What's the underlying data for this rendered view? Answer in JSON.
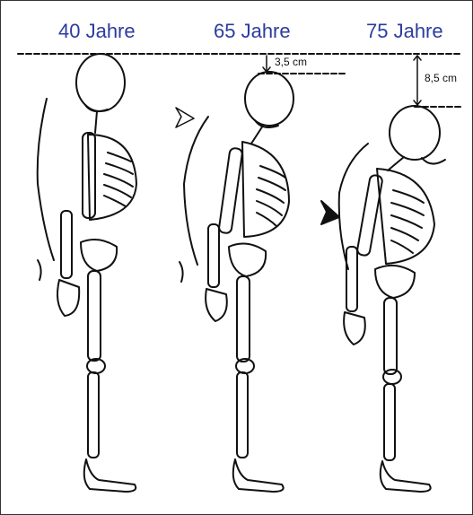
{
  "figure": {
    "stages": [
      {
        "age_label": "40 Jahre"
      },
      {
        "age_label": "65 Jahre",
        "height_loss": "3,5 cm"
      },
      {
        "age_label": "75 Jahre",
        "height_loss": "8,5 cm"
      }
    ],
    "colors": {
      "age_label": "#2b3c9e",
      "line": "#111111",
      "background": "#ffffff"
    }
  }
}
